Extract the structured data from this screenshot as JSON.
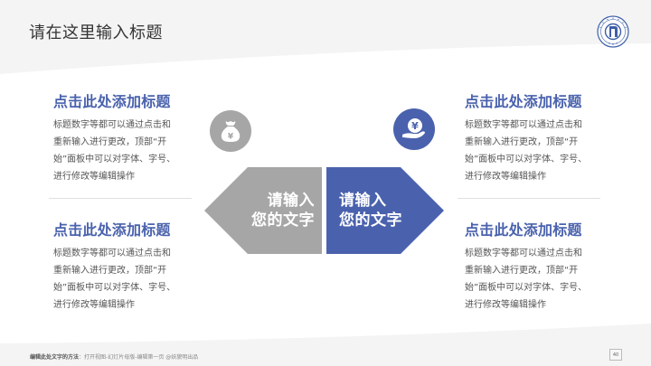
{
  "slide": {
    "title": "请在这里输入标题",
    "colors": {
      "accent_blue": "#4a62ad",
      "accent_gray": "#a6a6a6",
      "body_text": "#555555",
      "header_bg": "#f4f4f4"
    }
  },
  "logo": {
    "icon": "university-seal-icon"
  },
  "blocks": [
    {
      "position": "top-left",
      "title": "点击此处添加标题",
      "lines": [
        "标题数字等都可以通过点击和",
        "重新输入进行更改，顶部“开",
        "始”面板中可以对字体、字号、",
        "进行修改等编辑操作"
      ]
    },
    {
      "position": "bottom-left",
      "title": "点击此处添加标题",
      "lines": [
        "标题数字等都可以通过点击和",
        "重新输入进行更改，顶部“开",
        "始”面板中可以对字体、字号、",
        "进行修改等编辑操作"
      ]
    },
    {
      "position": "top-right",
      "title": "点击此处添加标题",
      "lines": [
        "标题数字等都可以通过点击和",
        "重新输入进行更改，顶部“开",
        "始”面板中可以对字体、字号、",
        "进行修改等编辑操作"
      ]
    },
    {
      "position": "bottom-right",
      "title": "点击此处添加标题",
      "lines": [
        "标题数字等都可以通过点击和",
        "重新输入进行更改，顶部“开",
        "始”面板中可以对字体、字号、",
        "进行修改等编辑操作"
      ]
    }
  ],
  "icons": {
    "left": "money-bag-yen-icon",
    "right": "hand-holding-yen-coin-icon",
    "yen_symbol": "¥"
  },
  "arrows": {
    "left": {
      "lines": [
        "请输入",
        "您的文字"
      ],
      "color": "#a6a6a6"
    },
    "right": {
      "lines": [
        "请输入",
        "您的文字"
      ],
      "color": "#4a62ad"
    }
  },
  "footer": {
    "note_label": "编辑此处文字的方法",
    "note_separator": "：",
    "note_text": "打开视图-幻灯片母版-编辑第一页 @妖貌明出品",
    "page_number": "40"
  }
}
